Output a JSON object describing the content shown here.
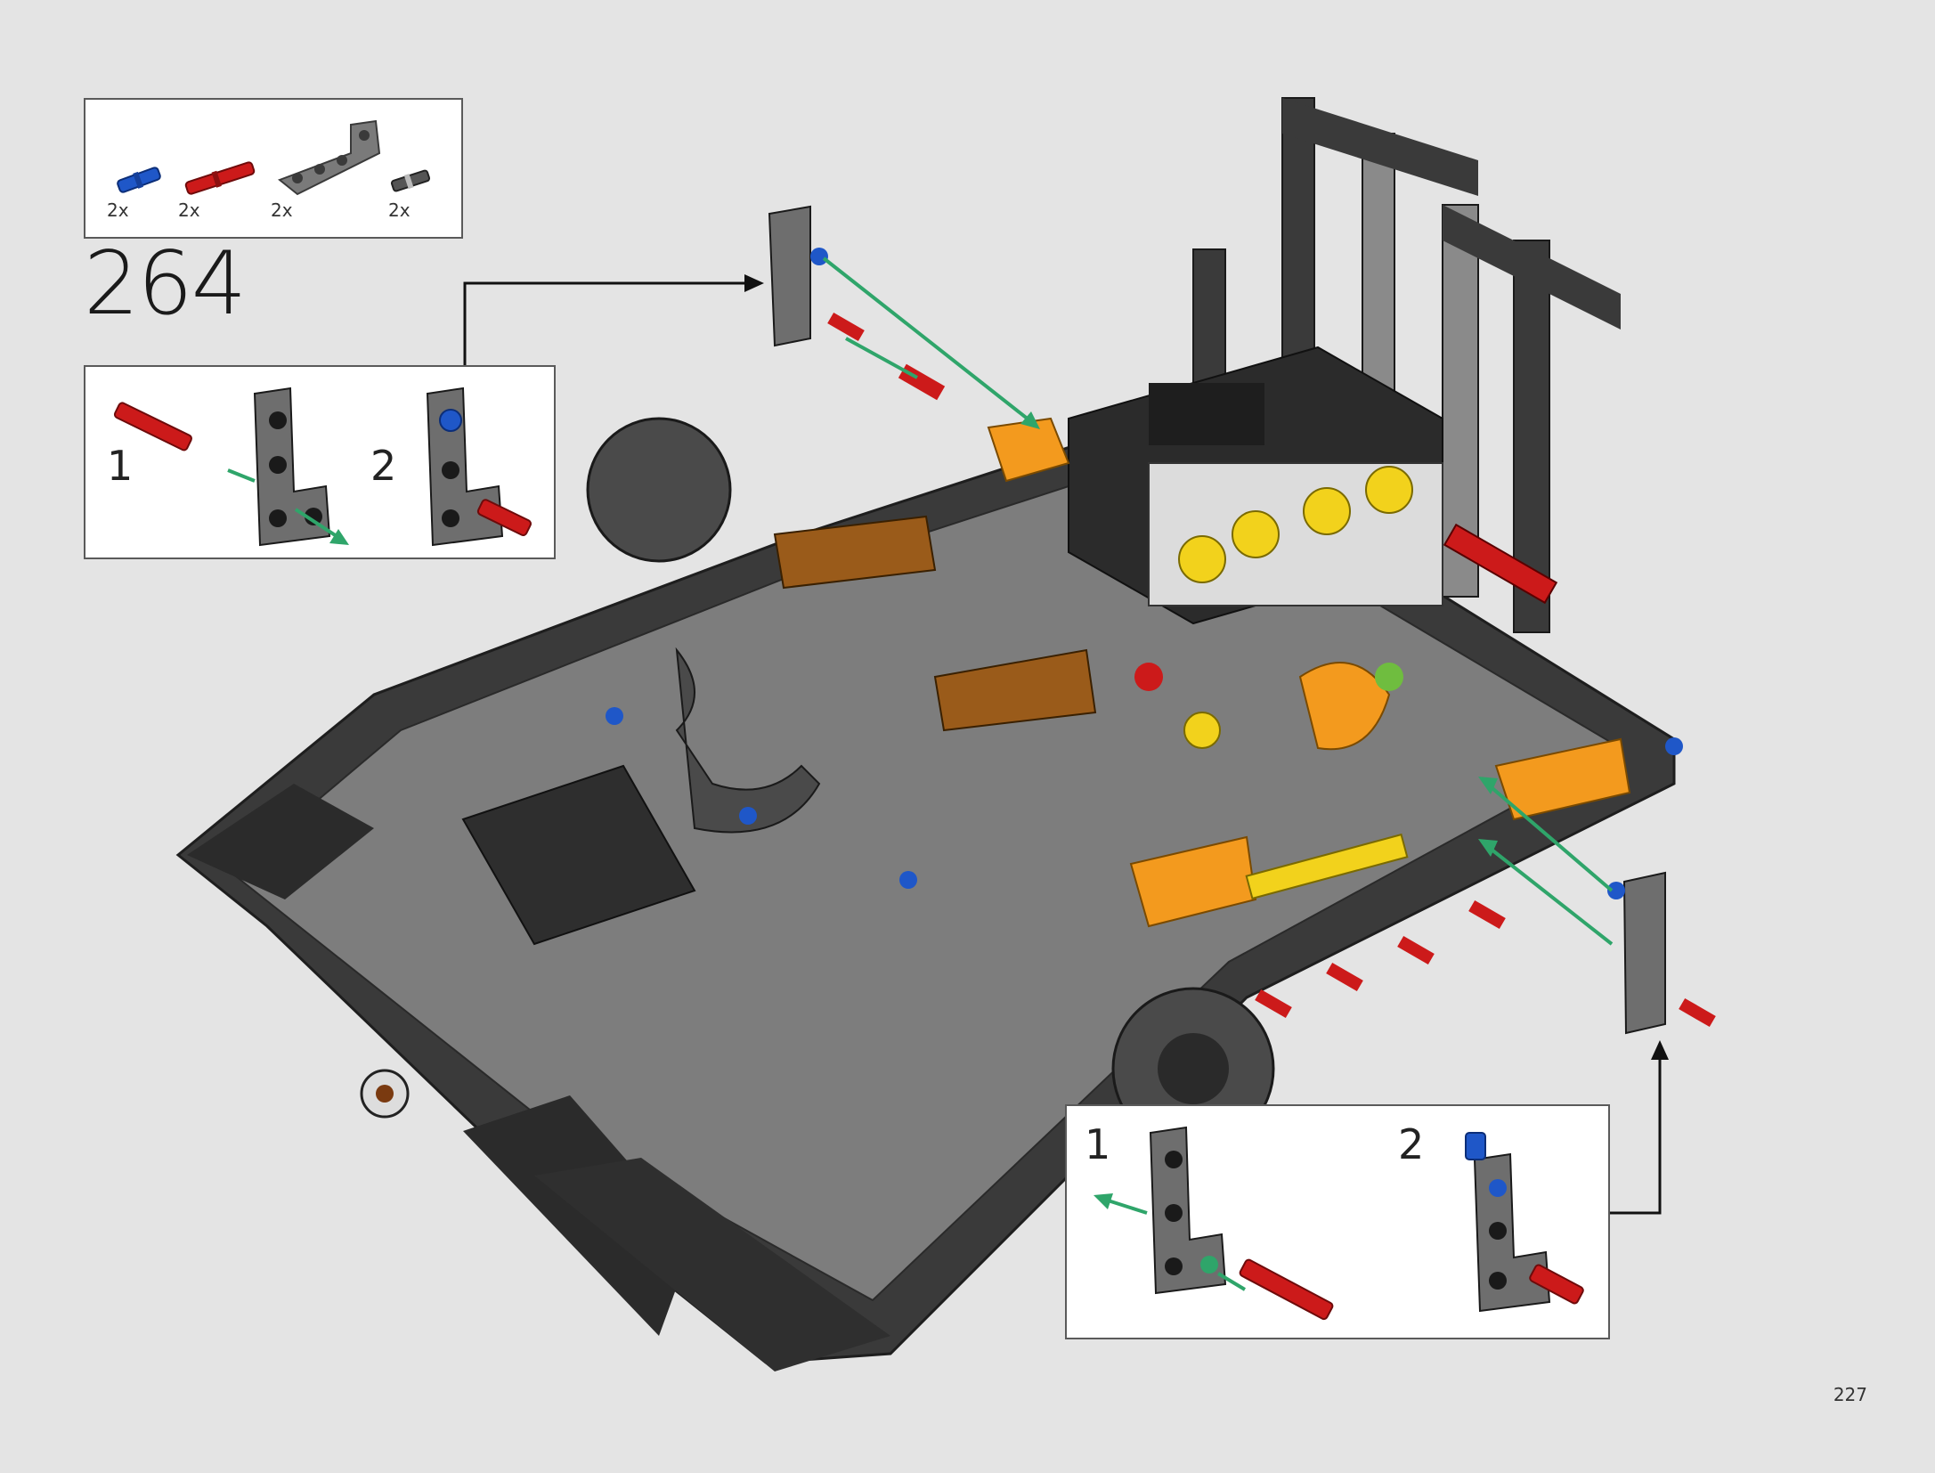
{
  "parts_list": {
    "items": [
      {
        "name": "blue-axle-pin",
        "qty": "2x",
        "color": "#1f57c8"
      },
      {
        "name": "red-axle-pin",
        "qty": "2x",
        "color": "#cc1a1a"
      },
      {
        "name": "gray-l-beam",
        "qty": "2x",
        "color": "#7a7a7a"
      },
      {
        "name": "black-half-pin",
        "qty": "2x",
        "color": "#333333"
      }
    ]
  },
  "step": {
    "number": "264"
  },
  "callout_left": {
    "sub1": "1",
    "sub2": "2"
  },
  "callout_right": {
    "sub1": "1",
    "sub2": "2"
  },
  "page": {
    "number": "227"
  },
  "colors": {
    "background": "#e4e4e4",
    "frame": "#3a3a3a",
    "frame_light": "#8a8a8a",
    "accent_orange": "#f39a1e",
    "accent_yellow": "#f2d21c",
    "accent_red": "#cc1a1a",
    "accent_blue": "#1f57c8",
    "arrow_green": "#2fa56a"
  }
}
